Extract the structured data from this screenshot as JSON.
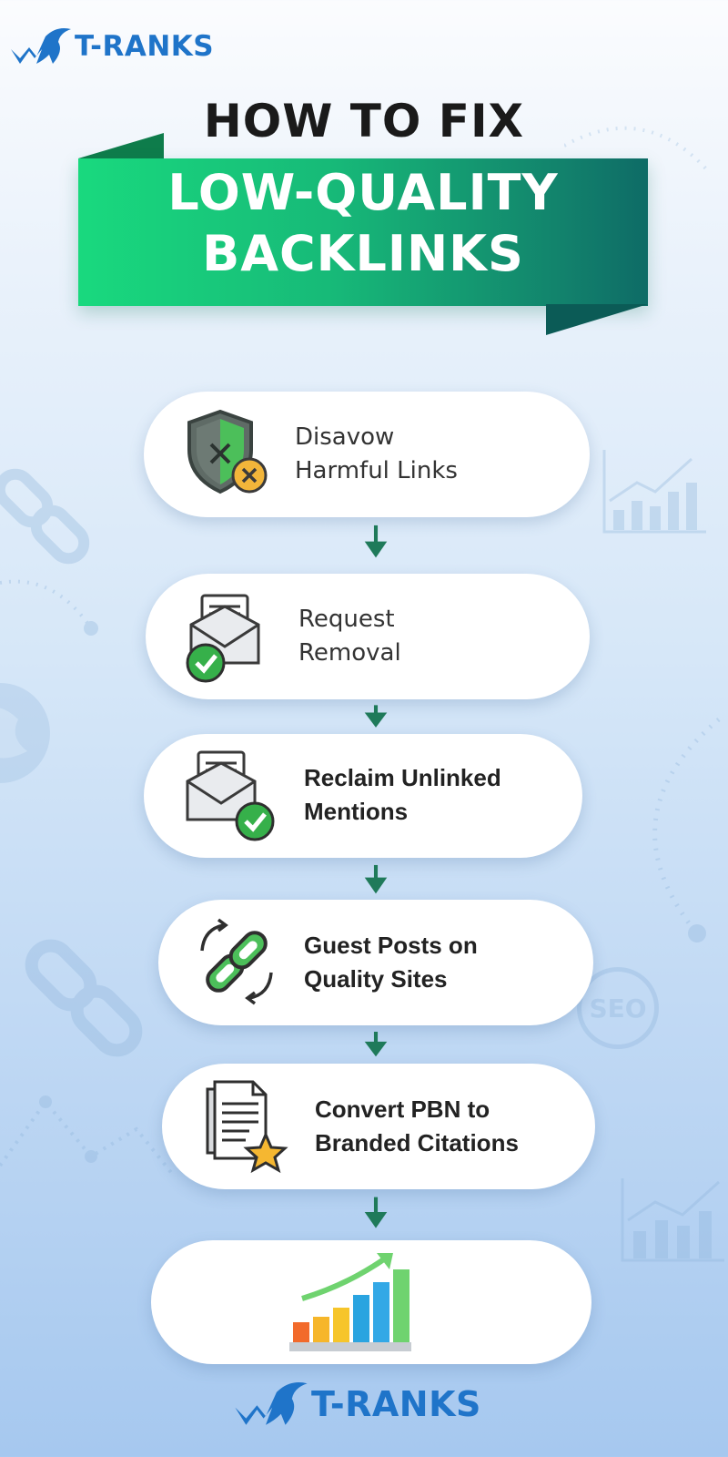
{
  "brand": {
    "name": "T-RANKS",
    "color": "#1f74c9"
  },
  "header": {
    "line1": "HOW TO FIX",
    "line2": "LOW-QUALITY",
    "line3": "BACKLINKS",
    "ribbon_colors": [
      "#19d97e",
      "#0e6b66"
    ]
  },
  "steps": [
    {
      "line1": "Disavow",
      "line2": "Harmful Links",
      "icon": "shield-x-icon"
    },
    {
      "line1": "Request",
      "line2": "Removal",
      "icon": "envelope-check-icon"
    },
    {
      "line1": "Reclaim Unlinked",
      "line2": "Mentions",
      "icon": "envelope-check-icon"
    },
    {
      "line1": "Guest Posts on",
      "line2": "Quality Sites",
      "icon": "chain-refresh-icon"
    },
    {
      "line1": "Convert PBN to",
      "line2": "Branded Citations",
      "icon": "document-star-icon"
    },
    {
      "icon": "growth-bar-chart-icon"
    }
  ],
  "decorations": {
    "seo_badge": "SEO"
  }
}
